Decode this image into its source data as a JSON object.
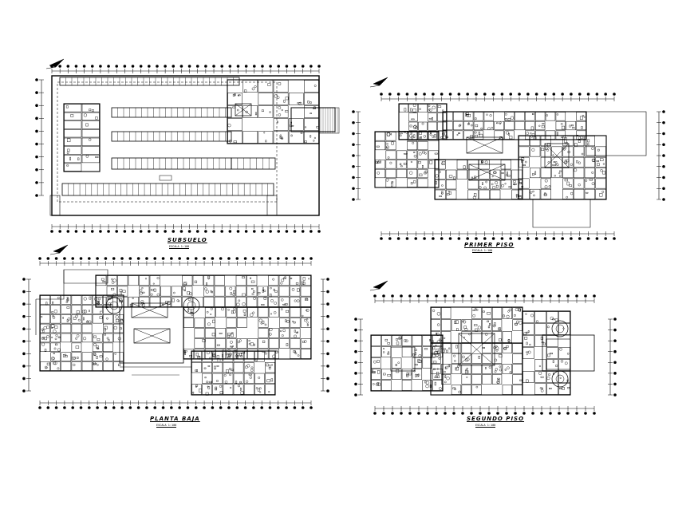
{
  "sheet": {
    "background": "#ffffff",
    "ink": "#000000"
  },
  "plans": [
    {
      "id": "subsuelo",
      "title": "SUBSUELO",
      "scale": "ESCALA 1:100",
      "north_icon": "north-arrow-icon"
    },
    {
      "id": "primer-piso",
      "title": "PRIMER PISO",
      "scale": "ESCALA 1:100",
      "north_icon": "north-arrow-icon"
    },
    {
      "id": "planta-baja",
      "title": "PLANTA BAJA",
      "scale": "ESCALA 1:100",
      "north_icon": "north-arrow-icon"
    },
    {
      "id": "segundo-piso",
      "title": "SEGUNDO PISO",
      "scale": "ESCALA 1:100",
      "north_icon": "north-arrow-icon"
    }
  ]
}
